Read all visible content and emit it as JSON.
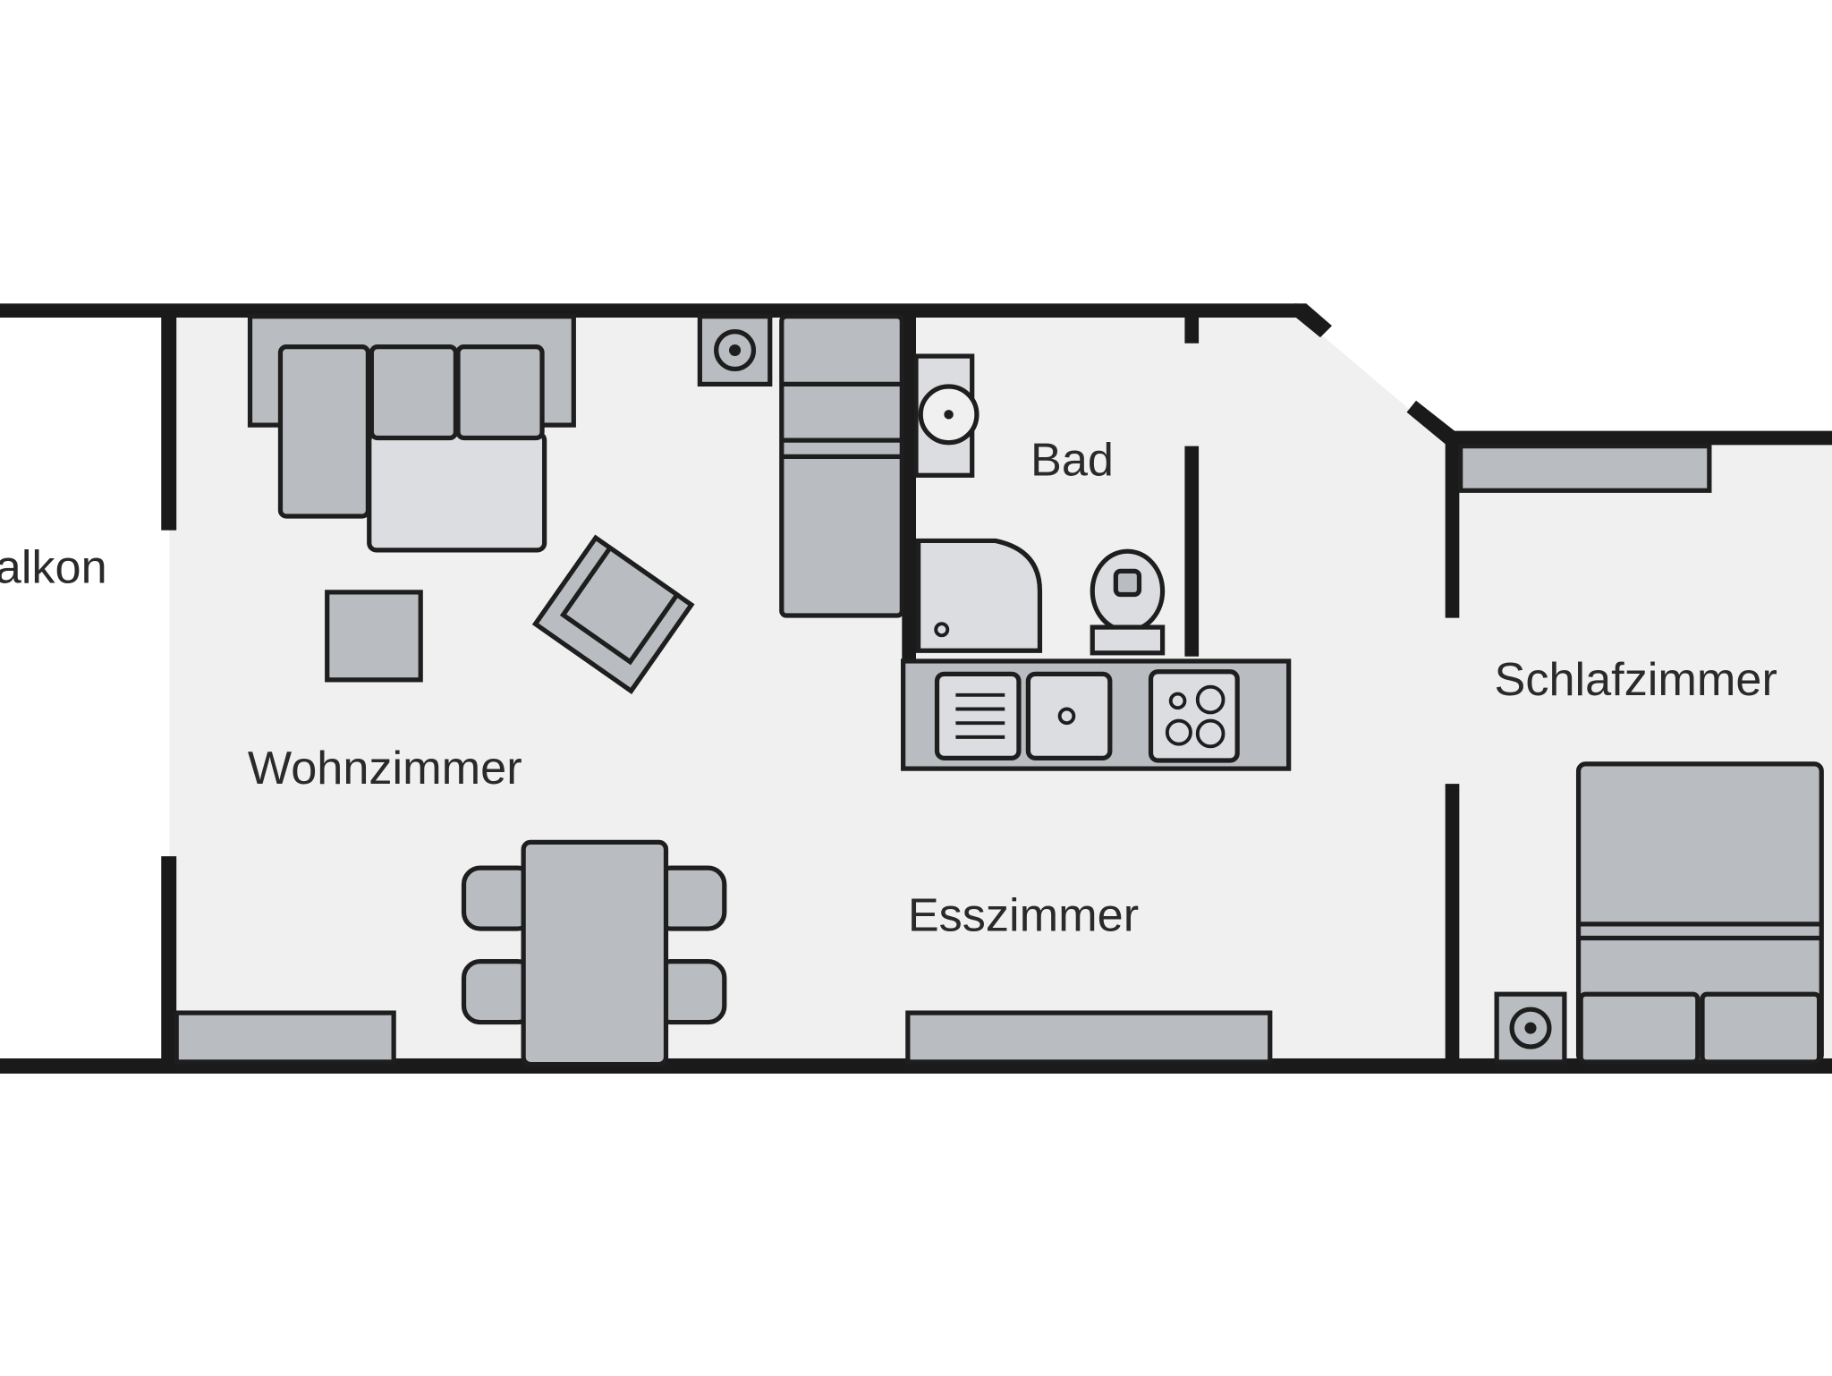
{
  "rooms": {
    "balcony": "alkon",
    "bathroom": "Bad",
    "living_room": "Wohnzimmer",
    "dining_room": "Esszimmer",
    "bedroom": "Schlafzimmer"
  },
  "colors": {
    "wall": "#1a1a1a",
    "floor": "#f0f0f0",
    "furniture": "#b9bcc0"
  }
}
